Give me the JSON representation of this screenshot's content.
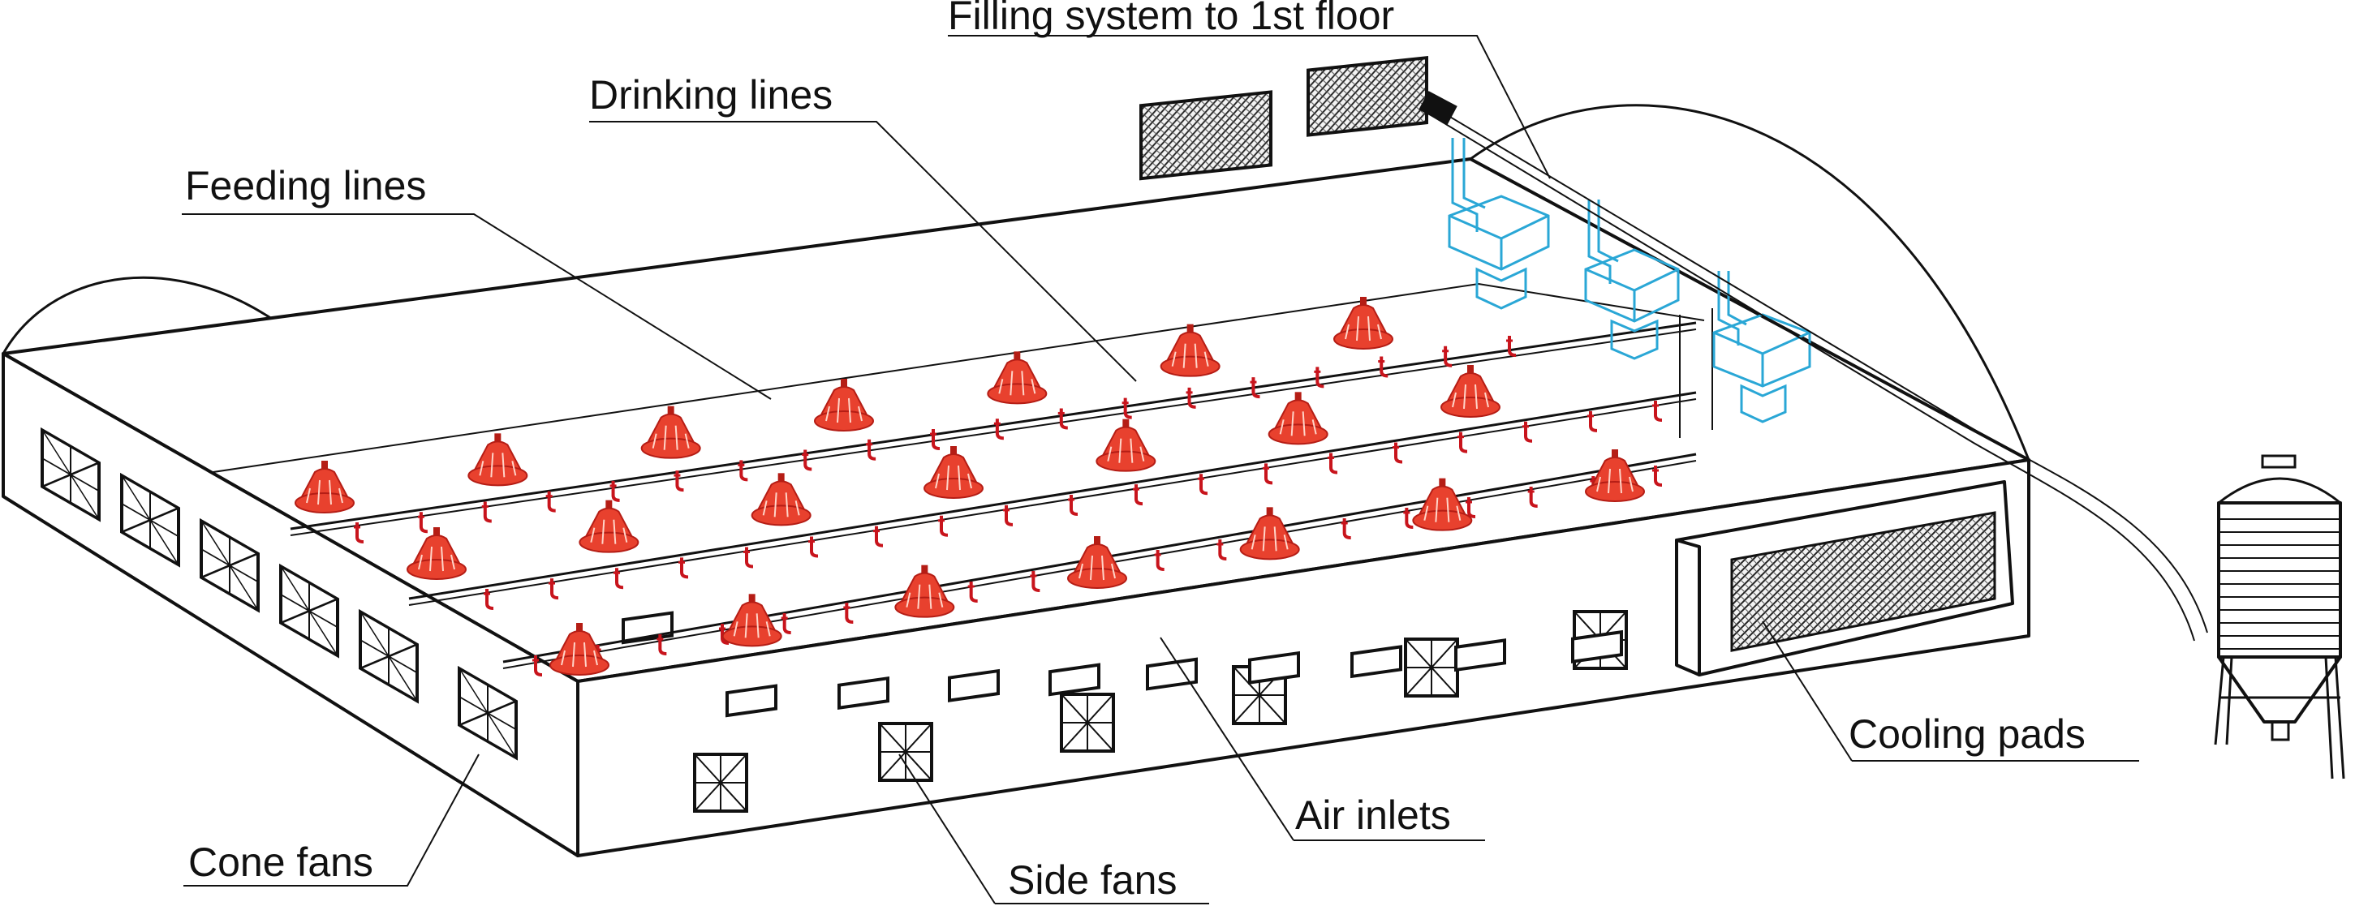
{
  "labels": {
    "filling": "Filling system to 1st floor",
    "drinking": "Drinking lines",
    "feeding": "Feeding lines",
    "cooling": "Cooling pads",
    "air_inlets": "Air inlets",
    "side_fans": "Side fans",
    "cone_fans": "Cone fans"
  },
  "colors": {
    "feeder": "#e8412e",
    "feeder_dark": "#b51d15",
    "drinker": "#c8141c",
    "hopper": "#2aa7d6",
    "outline": "#111111"
  },
  "icons": [
    "cone-fan-icon",
    "side-fan-icon",
    "feeder-pan-icon",
    "drinker-nipple-icon",
    "hopper-icon",
    "silo-icon",
    "cooling-pad-icon",
    "air-inlet-icon"
  ]
}
